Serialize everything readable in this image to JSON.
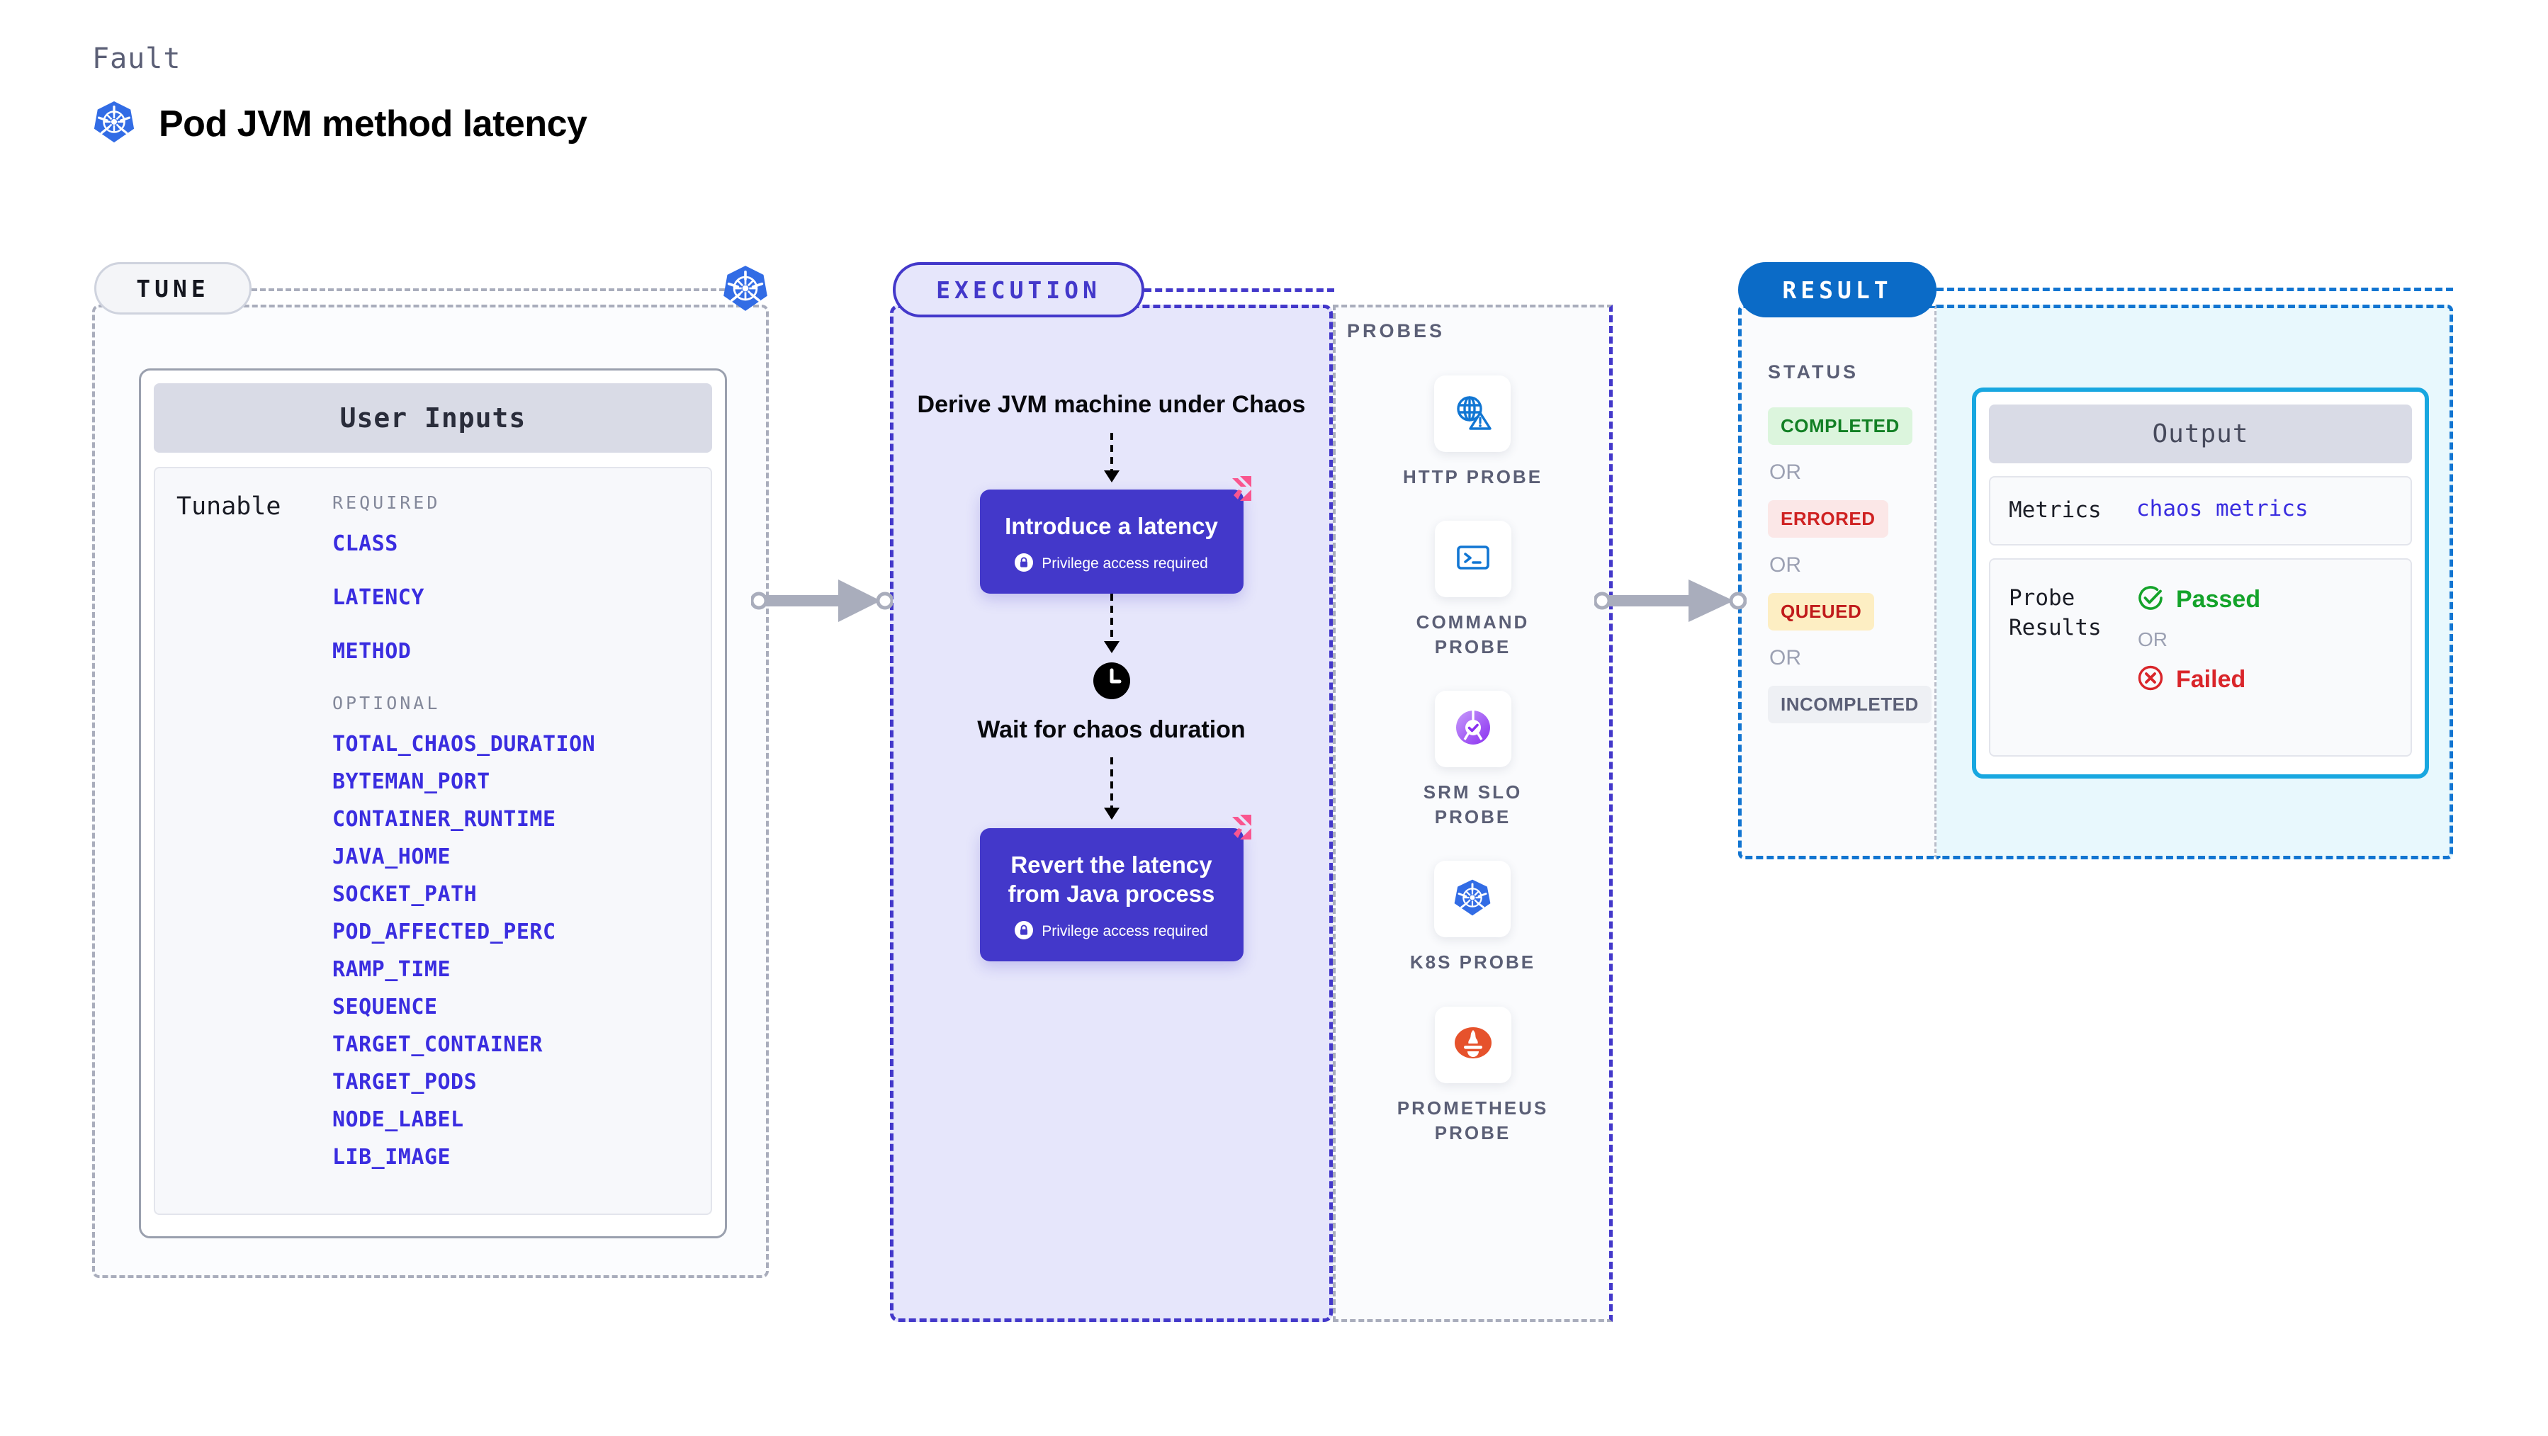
{
  "header": {
    "eyebrow": "Fault",
    "title": "Pod JVM method latency",
    "icon": "kubernetes-icon"
  },
  "tune": {
    "pill_label": "TUNE",
    "badge_icon": "kubernetes-icon",
    "card": {
      "header": "User Inputs",
      "row_label": "Tunable",
      "required_caption": "REQUIRED",
      "required": [
        "CLASS",
        "LATENCY",
        "METHOD"
      ],
      "optional_caption": "OPTIONAL",
      "optional": [
        "TOTAL_CHAOS_DURATION",
        "BYTEMAN_PORT",
        "CONTAINER_RUNTIME",
        "JAVA_HOME",
        "SOCKET_PATH",
        "POD_AFFECTED_PERC",
        "RAMP_TIME",
        "SEQUENCE",
        "TARGET_CONTAINER",
        "TARGET_PODS",
        "NODE_LABEL",
        "LIB_IMAGE"
      ]
    }
  },
  "execution": {
    "pill_label": "EXECUTION",
    "steps": {
      "derive": "Derive JVM machine under Chaos",
      "introduce": "Introduce a latency",
      "introduce_note": "Privilege access required",
      "wait": "Wait for chaos duration",
      "wait_icon": "clock-icon",
      "revert": "Revert the latency from Java process",
      "revert_note": "Privilege access required",
      "badge_icon": "harness-icon",
      "lock_icon": "lock-icon"
    }
  },
  "probes": {
    "title": "PROBES",
    "items": [
      {
        "label": "HTTP PROBE",
        "icon": "globe-warning-icon"
      },
      {
        "label": "COMMAND PROBE",
        "icon": "terminal-icon"
      },
      {
        "label": "SRM SLO PROBE",
        "icon": "srm-slo-donut-icon"
      },
      {
        "label": "K8S PROBE",
        "icon": "kubernetes-icon"
      },
      {
        "label": "PROMETHEUS PROBE",
        "icon": "prometheus-icon"
      }
    ]
  },
  "result": {
    "pill_label": "RESULT",
    "status_title": "STATUS",
    "or_label": "OR",
    "statuses": [
      {
        "label": "COMPLETED",
        "color": "#128024",
        "bg": "#dcf5dd"
      },
      {
        "label": "ERRORED",
        "color": "#cf2222",
        "bg": "#fbe7e7"
      },
      {
        "label": "QUEUED",
        "color": "#c01b1b",
        "bg": "#fdeec3"
      },
      {
        "label": "INCOMPLETED",
        "color": "#5b5f76",
        "bg": "#eef0f4"
      }
    ],
    "output": {
      "header": "Output",
      "metrics_key": "Metrics",
      "metrics_value": "chaos metrics",
      "probe_results_key": "Probe Results",
      "passed_label": "Passed",
      "failed_label": "Failed",
      "or_label": "OR",
      "passed_icon": "check-circle-icon",
      "failed_icon": "x-circle-icon"
    }
  },
  "connectors": {
    "tune_to_execution": "arrow-right-icon",
    "probes_to_result": "arrow-right-icon"
  },
  "colors": {
    "accent_purple": "#4338ca",
    "accent_blue": "#1275d1",
    "k8s_blue": "#326ce5",
    "harness_pink": "#f9568f",
    "param_blue": "#3a2de0"
  }
}
